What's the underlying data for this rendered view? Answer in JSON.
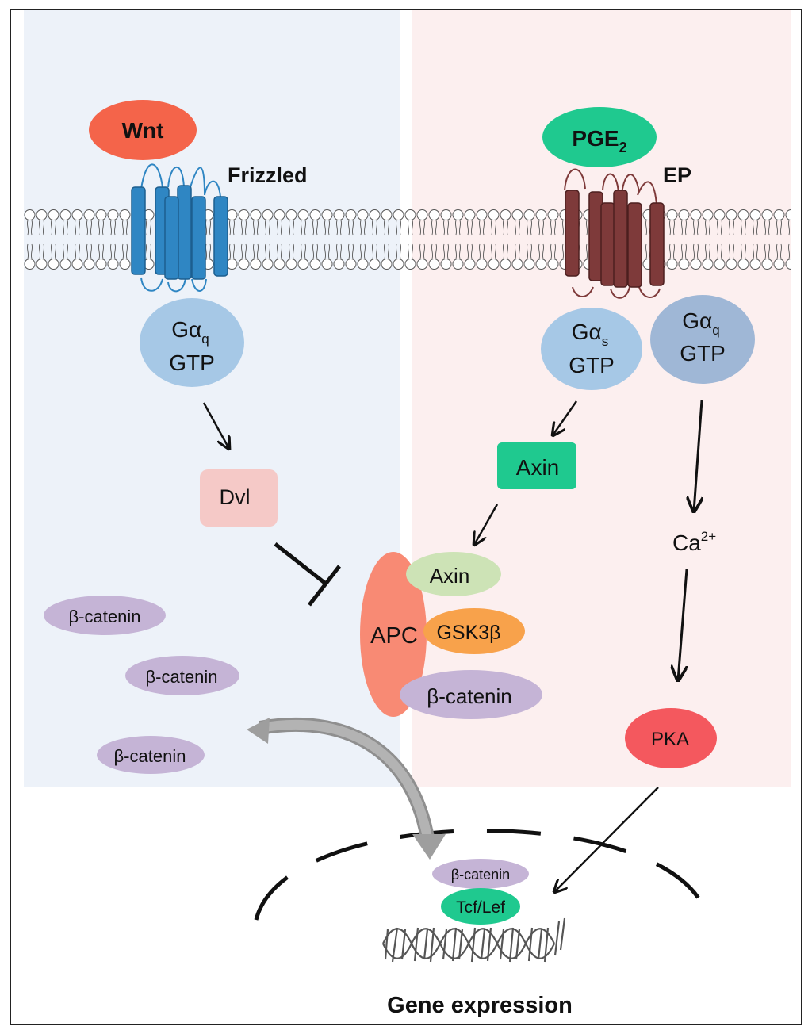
{
  "labels": {
    "wnt": "Wnt",
    "frizzled": "Frizzled",
    "pge_base": "PGE",
    "pge_sub": "2",
    "ep": "EP",
    "galpha_q_left_main": "Gα",
    "galpha_q_left_sub": "q",
    "gtp_left": "GTP",
    "galpha_s_main": "Gα",
    "galpha_s_sub": "s",
    "gtp_s": "GTP",
    "galpha_q_right_main": "Gα",
    "galpha_q_right_sub": "q",
    "gtp_q_right": "GTP",
    "dvl": "Dvl",
    "axin_box": "Axin",
    "axin_complex": "Axin",
    "apc": "APC",
    "gsk3b": "GSK3β",
    "beta_catenin_complex": "β-catenin",
    "beta_catenin_free": [
      "β-catenin",
      "β-catenin",
      "β-catenin"
    ],
    "ca_base": "Ca",
    "ca_sup": "2+",
    "pka": "PKA",
    "beta_catenin_nucleus": "β-catenin",
    "tcf_lef": "Tcf/Lef",
    "gene_expression": "Gene expression"
  },
  "colors": {
    "left_panel": "#edf2f9",
    "right_panel": "#fcefef",
    "wnt": "#f4644a",
    "pge2": "#1fc98f",
    "frizzled": "#2f86c3",
    "ep": "#7e3a3a",
    "g_protein_light": "#a6c8e6",
    "g_protein_dark": "#9fb7d6",
    "dvl": "#f5c9c7",
    "axin_box": "#1fc98f",
    "axin_complex": "#cde3b6",
    "apc": "#f88a74",
    "gsk3b": "#f8a24b",
    "beta_catenin": "#c5b4d6",
    "pka": "#f4585e",
    "tcf_lef": "#1fc98f",
    "arrow_gray": "#9e9e9e"
  }
}
